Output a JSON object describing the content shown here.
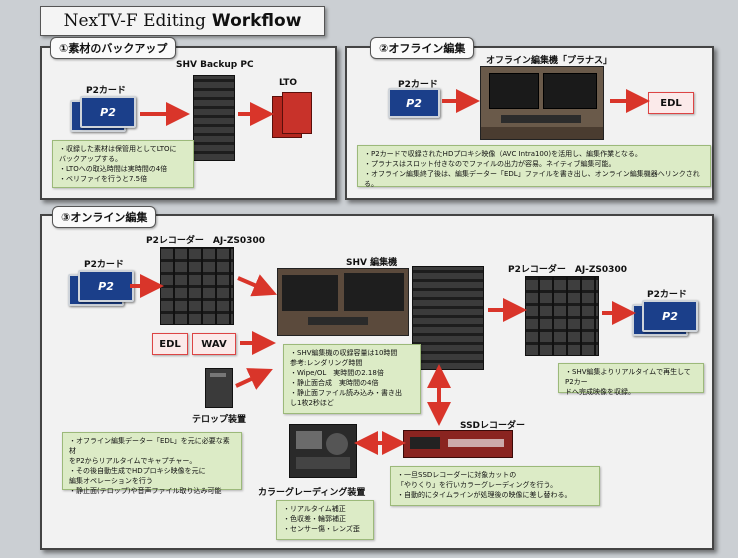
{
  "title": {
    "main": "NexTV-F Editing",
    "bold": "Workflow"
  },
  "section1": {
    "tab": "①素材のバックアップ",
    "p2_label": "P2カード",
    "pc_label": "SHV Backup PC",
    "lto_label": "LTO",
    "card_text": "P2",
    "notes": [
      "・収録した素材は保管用としてLTOに",
      "バックアップする。",
      "・LTOへの取込時間は実時間の4倍",
      "・ベリファイを行うと7.5倍"
    ]
  },
  "section2": {
    "tab": "②オフライン編集",
    "p2_label": "P2カード",
    "editor_label": "オフライン編集機「プラナス」",
    "edl": "EDL",
    "card_text": "P2",
    "notes": [
      "・P2カードで収録されたHDプロキシ映像（AVC Intra100)を活用し、編集作業となる。",
      "・プラナスはスロット付きなのでファイルの出力が容易。ネイティブ編集可能。",
      "・オフライン編集終了後は、編集データー「EDL」ファイルを書き出し、オンライン編集機器へリンクされる。"
    ]
  },
  "section3": {
    "tab": "③オンライン編集",
    "p2_left_label": "P2カード",
    "recorder_left_label": "P2レコーダー　AJ-ZS0300",
    "shv_label": "SHV 編集機",
    "recorder_right_label": "P2レコーダー　AJ-ZS0300",
    "p2_right_label": "P2カード",
    "edl": "EDL",
    "wav": "WAV",
    "telop_label": "テロップ装置",
    "ssd_label": "SSDレコーダー",
    "grading_label": "カラーグレーディング装置",
    "card_text": "P2",
    "center_notes": [
      "・SHV編集機の収録容量は10時間",
      "参考:レンダリング時間",
      "・Wipe/OL　実時間の2.18倍",
      "・静止面合成　実時間の4倍",
      "・静止面ファイル読み込み・書き出",
      "し1枚2秒ほど"
    ],
    "right_notes": [
      "・SHV編集よりリアルタイムで再生してP2カー",
      "ドへ完成映像を収録。"
    ],
    "left_notes": [
      "・オフライン編集データー「EDL」を元に必要な素材",
      "をP2からリアルタイムでキャプチャー。",
      "・その後自動生成でHDプロキシ映像を元に",
      "編集オペレーションを行う",
      "・静止面(テロップ)や音声ファイル取り込み可能"
    ],
    "ssd_notes": [
      "・一旦SSDレコーダーに対象カットの",
      "「やりくり」を行いカラーグレーディングを行う。",
      "・自動的にタイムラインが処理後の映像に差し替わる。"
    ],
    "grading_notes": [
      "・リアルタイム補正",
      "・色収差・輪郭補正",
      "・センサー傷・レンズ歪"
    ]
  },
  "colors": {
    "arrow": "#d9352a",
    "note_bg": "#dcebc6",
    "panel_bg": "#f2f2f2"
  }
}
